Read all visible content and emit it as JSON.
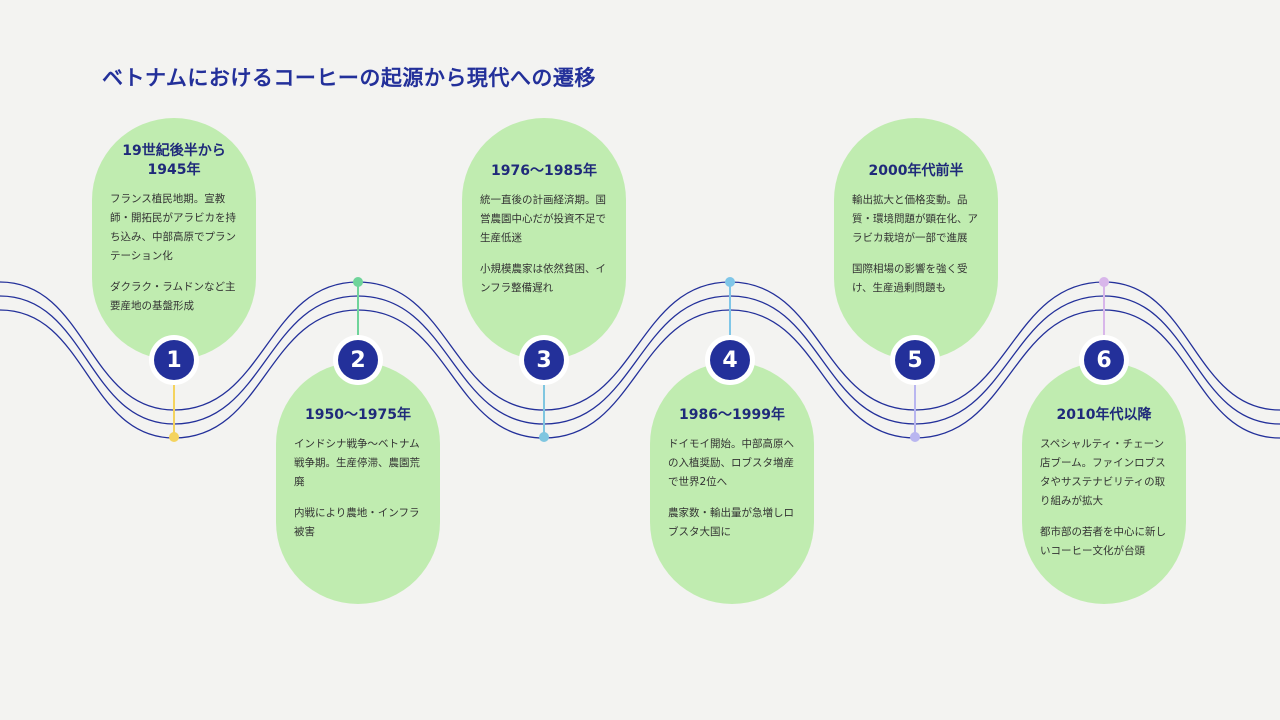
{
  "title": "ベトナムにおけるコーヒーの起源から現代への遷移",
  "colors": {
    "title": "#23309a",
    "card": "#c0ecb0",
    "wave": "#23309a",
    "badge": "#23309a",
    "connector_1": "#f4d35e",
    "connector_2": "#6fd49a",
    "connector_3": "#7fc6e0",
    "connector_4": "#7fc6e8",
    "connector_5": "#b9b6f0",
    "connector_6": "#d8b6ea"
  },
  "steps": [
    {
      "number": "1",
      "period": "19世紀後半から1945年",
      "text1": "フランス植民地期。宣教師・開拓民がアラビカを持ち込み、中部高原でプランテーション化",
      "text2": "ダクラク・ラムドンなど主要産地の基盤形成"
    },
    {
      "number": "2",
      "period": "1950〜1975年",
      "text1": "インドシナ戦争〜ベトナム戦争期。生産停滞、農園荒廃",
      "text2": "内戦により農地・インフラ被害"
    },
    {
      "number": "3",
      "period": "1976〜1985年",
      "text1": "統一直後の計画経済期。国営農園中心だが投資不足で生産低迷",
      "text2": "小規模農家は依然貧困、インフラ整備遅れ"
    },
    {
      "number": "4",
      "period": "1986〜1999年",
      "text1": "ドイモイ開始。中部高原への入植奨励、ロブスタ増産で世界2位へ",
      "text2": "農家数・輸出量が急増しロブスタ大国に"
    },
    {
      "number": "5",
      "period": "2000年代前半",
      "text1": "輸出拡大と価格変動。品質・環境問題が顕在化、アラビカ栽培が一部で進展",
      "text2": "国際相場の影響を強く受け、生産過剰問題も"
    },
    {
      "number": "6",
      "period": "2010年代以降",
      "text1": "スペシャルティ・チェーン店ブーム。ファインロブスタやサステナビリティの取り組みが拡大",
      "text2": "都市部の若者を中心に新しいコーヒー文化が台頭"
    }
  ]
}
